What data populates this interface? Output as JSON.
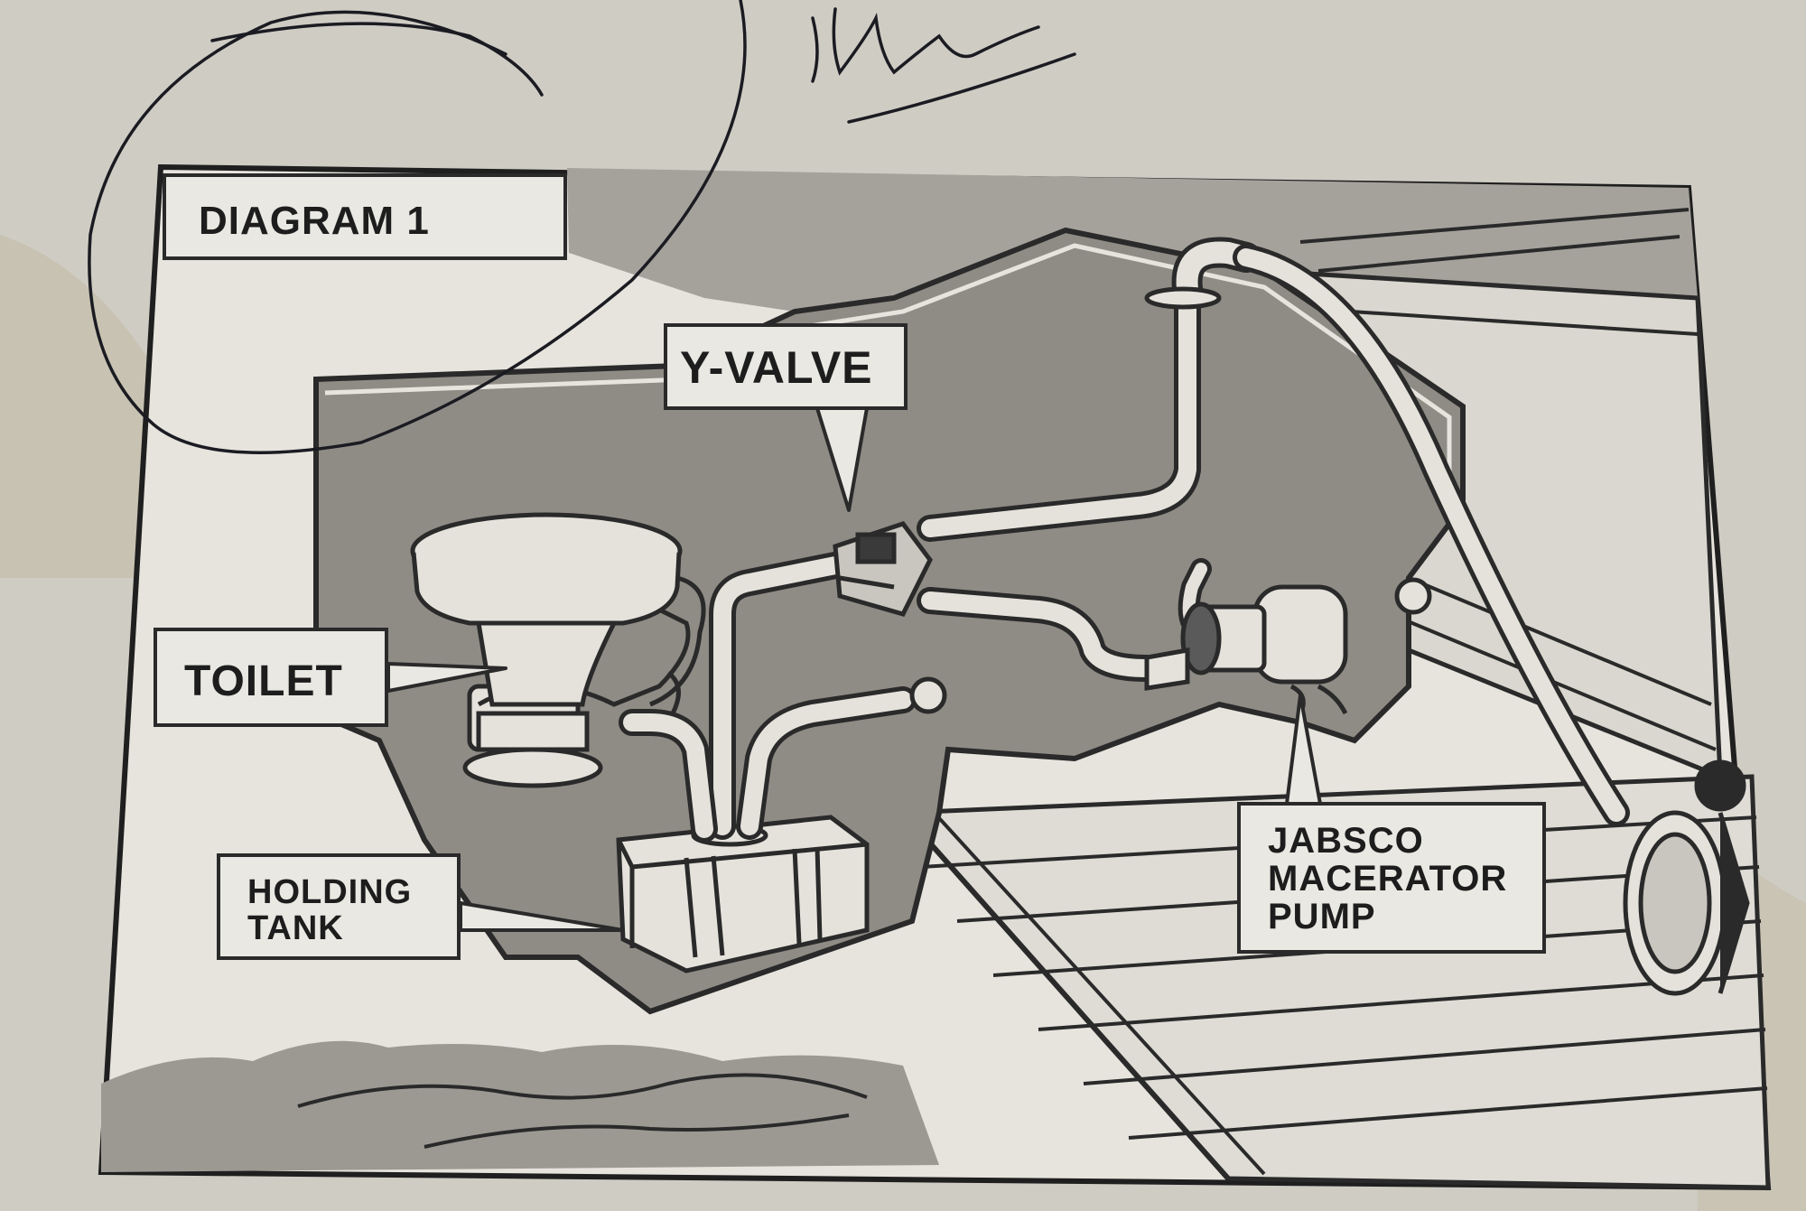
{
  "diagram": {
    "title": "DIAGRAM 1",
    "labels": {
      "y_valve": "Y-VALVE",
      "toilet": "TOILET",
      "holding_tank": [
        "HOLDING",
        "TANK"
      ],
      "macerator_pump": [
        "JABSCO",
        "MACERATOR",
        "PUMP"
      ]
    }
  },
  "colors": {
    "paper": "#cfccc4",
    "panel": "#e6e4dd",
    "hull_shade": "#8f8c86",
    "sky_shade": "#a5a29c",
    "line": "#2a2a2a",
    "pen_ink": "#1b1b22",
    "label_fill": "#e9e8e2"
  }
}
